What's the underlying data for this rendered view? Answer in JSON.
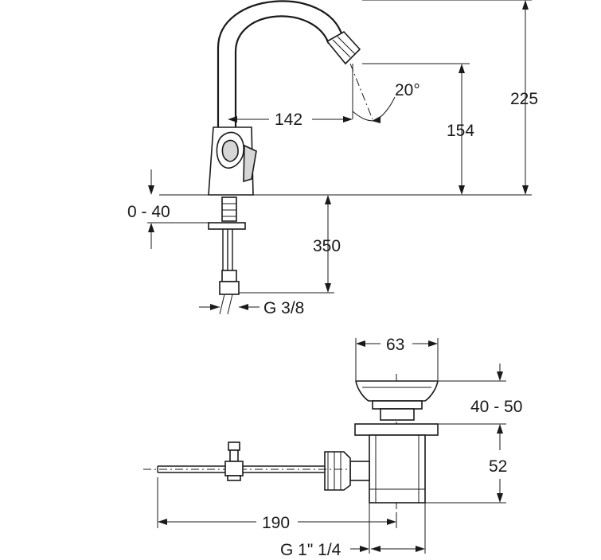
{
  "faucet": {
    "dim_height_total": "225",
    "dim_spout_height": "154",
    "dim_reach": "142",
    "dim_angle": "20°",
    "dim_deck_thickness": "0 - 40",
    "dim_hose_length": "350",
    "dim_connection": "G 3/8"
  },
  "drain": {
    "dim_head_diameter": "63",
    "dim_head_adjust": "40 - 50",
    "dim_body_height": "52",
    "dim_rod_length": "190",
    "dim_thread": "G 1\" 1/4"
  }
}
